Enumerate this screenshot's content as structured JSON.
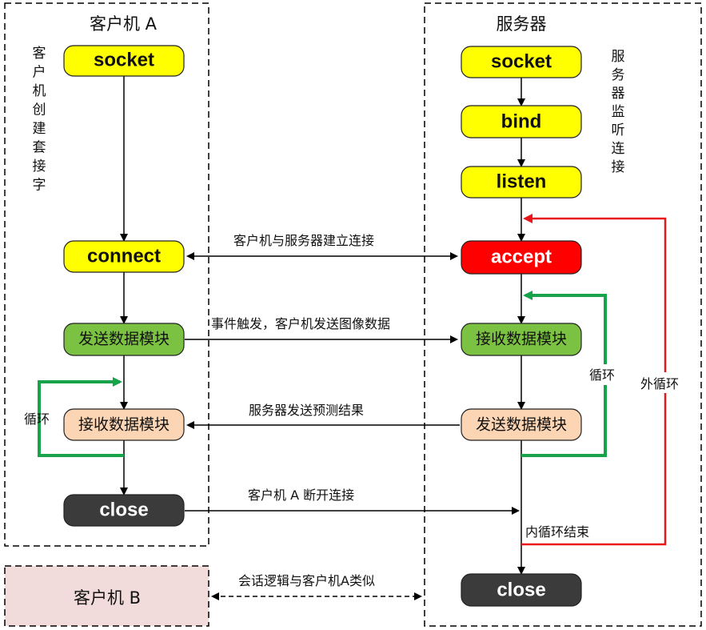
{
  "client_a": {
    "title": "客户机 A",
    "side_note": [
      "客",
      "户",
      "机",
      "创",
      "建",
      "套",
      "接",
      "字"
    ],
    "nodes": {
      "socket": "socket",
      "connect": "connect",
      "send": "发送数据模块",
      "recv": "接收数据模块",
      "close": "close"
    },
    "loop_label": "循环"
  },
  "server": {
    "title": "服务器",
    "side_note": [
      "服",
      "务",
      "器",
      "监",
      "听",
      "连",
      "接"
    ],
    "nodes": {
      "socket": "socket",
      "bind": "bind",
      "listen": "listen",
      "accept": "accept",
      "recv": "接收数据模块",
      "send": "发送数据模块",
      "close": "close"
    },
    "inner_loop_label": "循环",
    "outer_loop_label": "外循环",
    "inner_loop_end": "内循环结束"
  },
  "client_b": {
    "title": "客户机 B"
  },
  "links": {
    "connect": "客户机与服务器建立连接",
    "send_image": "事件触发，客户机发送图像数据",
    "send_result": "服务器发送预测结果",
    "disconnect": "客户机 A 断开连接",
    "client_b_similar": "会话逻辑与客户机A类似"
  },
  "colors": {
    "yellow": "#ffff00",
    "red": "#ff0000",
    "green_fill": "#7cc242",
    "peach_fill": "#fcd5b4",
    "dark_fill": "#3b3b3b",
    "loop_green": "#16a34a",
    "loop_red": "#e8151b",
    "client_b_fill": "#f2dcdb"
  }
}
